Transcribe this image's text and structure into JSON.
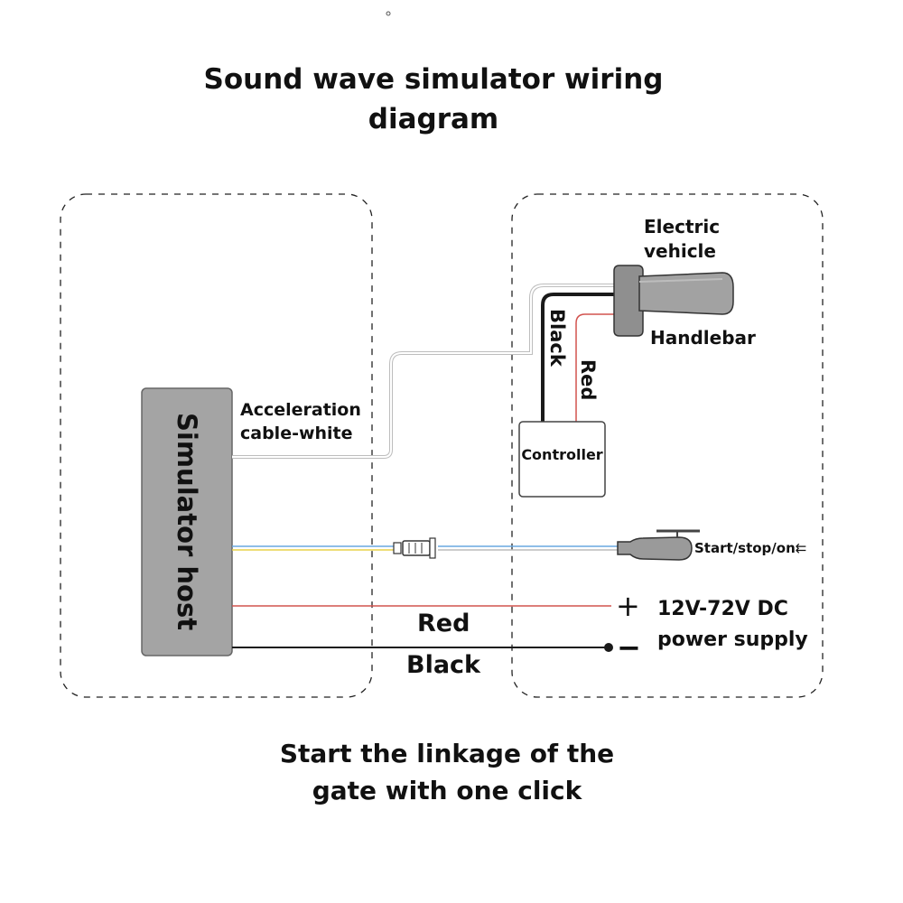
{
  "title_line1": "Sound wave simulator wiring",
  "title_line2": "diagram",
  "host_label": "Simulator host",
  "acceleration_line1": "Acceleration",
  "acceleration_line2": "cable-white",
  "ev_line1": "Electric",
  "ev_line2": "vehicle",
  "handlebar_label": "Handlebar",
  "black_wire_vertical": "Black",
  "red_wire_vertical": "Red",
  "controller_label": "Controller",
  "start_stop_label": "Start/stop/on",
  "plus_sign": "+",
  "minus_sign": "−",
  "power_line1": "12V-72V DC",
  "power_line2": "power supply",
  "red_label": "Red",
  "black_label": "Black",
  "footer_line1": "Start the linkage of the",
  "footer_line2": "gate with one click",
  "colors": {
    "host_fill": "#a4a4a4",
    "red_wire": "#d2534f",
    "black_wire": "#1a1a1a",
    "blue_wire": "#6aa8e0",
    "yellow_wire": "#e8d24a",
    "grip": "#9a9a9a"
  }
}
